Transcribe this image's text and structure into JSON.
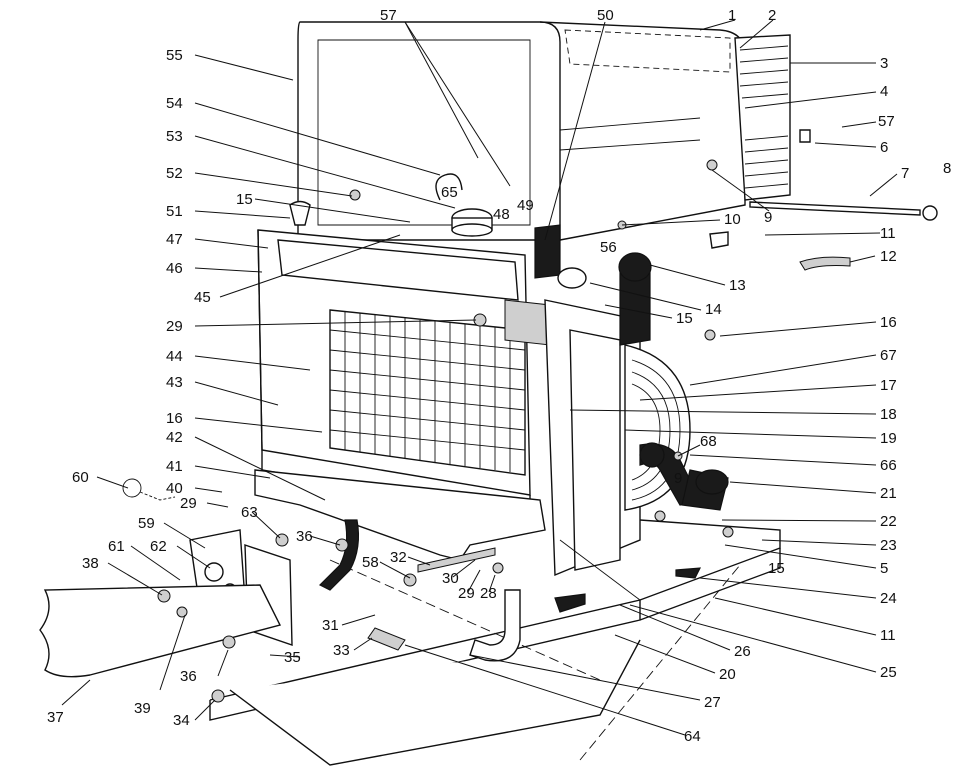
{
  "figure": {
    "callouts": [
      {
        "id": "c1",
        "text": "1"
      },
      {
        "id": "c2",
        "text": "2"
      },
      {
        "id": "c3",
        "text": "3"
      },
      {
        "id": "c4",
        "text": "4"
      },
      {
        "id": "c57a",
        "text": "57"
      },
      {
        "id": "c6",
        "text": "6"
      },
      {
        "id": "c7",
        "text": "7"
      },
      {
        "id": "c8",
        "text": "8"
      },
      {
        "id": "c9a",
        "text": "9"
      },
      {
        "id": "c10",
        "text": "10"
      },
      {
        "id": "c11a",
        "text": "11"
      },
      {
        "id": "c12",
        "text": "12"
      },
      {
        "id": "c13",
        "text": "13"
      },
      {
        "id": "c14",
        "text": "14"
      },
      {
        "id": "c15a",
        "text": "15"
      },
      {
        "id": "c16a",
        "text": "16"
      },
      {
        "id": "c67",
        "text": "67"
      },
      {
        "id": "c17",
        "text": "17"
      },
      {
        "id": "c18",
        "text": "18"
      },
      {
        "id": "c19",
        "text": "19"
      },
      {
        "id": "c68",
        "text": "68"
      },
      {
        "id": "c66",
        "text": "66"
      },
      {
        "id": "c9b",
        "text": "9"
      },
      {
        "id": "c21",
        "text": "21"
      },
      {
        "id": "c22",
        "text": "22"
      },
      {
        "id": "c23",
        "text": "23"
      },
      {
        "id": "c15b",
        "text": "15"
      },
      {
        "id": "c5",
        "text": "5"
      },
      {
        "id": "c24",
        "text": "24"
      },
      {
        "id": "c11b",
        "text": "11"
      },
      {
        "id": "c26",
        "text": "26"
      },
      {
        "id": "c25",
        "text": "25"
      },
      {
        "id": "c20",
        "text": "20"
      },
      {
        "id": "c27",
        "text": "27"
      },
      {
        "id": "c64",
        "text": "64"
      },
      {
        "id": "c57b",
        "text": "57"
      },
      {
        "id": "c50",
        "text": "50"
      },
      {
        "id": "c55",
        "text": "55"
      },
      {
        "id": "c54",
        "text": "54"
      },
      {
        "id": "c53",
        "text": "53"
      },
      {
        "id": "c52",
        "text": "52"
      },
      {
        "id": "c15c",
        "text": "15"
      },
      {
        "id": "c65",
        "text": "65"
      },
      {
        "id": "c48",
        "text": "48"
      },
      {
        "id": "c49",
        "text": "49"
      },
      {
        "id": "c56",
        "text": "56"
      },
      {
        "id": "c51",
        "text": "51"
      },
      {
        "id": "c47",
        "text": "47"
      },
      {
        "id": "c46",
        "text": "46"
      },
      {
        "id": "c45",
        "text": "45"
      },
      {
        "id": "c29a",
        "text": "29"
      },
      {
        "id": "c44",
        "text": "44"
      },
      {
        "id": "c43",
        "text": "43"
      },
      {
        "id": "c16b",
        "text": "16"
      },
      {
        "id": "c42",
        "text": "42"
      },
      {
        "id": "c41",
        "text": "41"
      },
      {
        "id": "c60",
        "text": "60"
      },
      {
        "id": "c40",
        "text": "40"
      },
      {
        "id": "c29b",
        "text": "29"
      },
      {
        "id": "c63",
        "text": "63"
      },
      {
        "id": "c36a",
        "text": "36"
      },
      {
        "id": "c59",
        "text": "59"
      },
      {
        "id": "c62",
        "text": "62"
      },
      {
        "id": "c61",
        "text": "61"
      },
      {
        "id": "c38",
        "text": "38"
      },
      {
        "id": "c32",
        "text": "32"
      },
      {
        "id": "c58",
        "text": "58"
      },
      {
        "id": "c30",
        "text": "30"
      },
      {
        "id": "c29c",
        "text": "29"
      },
      {
        "id": "c28",
        "text": "28"
      },
      {
        "id": "c31",
        "text": "31"
      },
      {
        "id": "c33",
        "text": "33"
      },
      {
        "id": "c35",
        "text": "35"
      },
      {
        "id": "c36b",
        "text": "36"
      },
      {
        "id": "c34",
        "text": "34"
      },
      {
        "id": "c39",
        "text": "39"
      },
      {
        "id": "c37",
        "text": "37"
      }
    ]
  }
}
